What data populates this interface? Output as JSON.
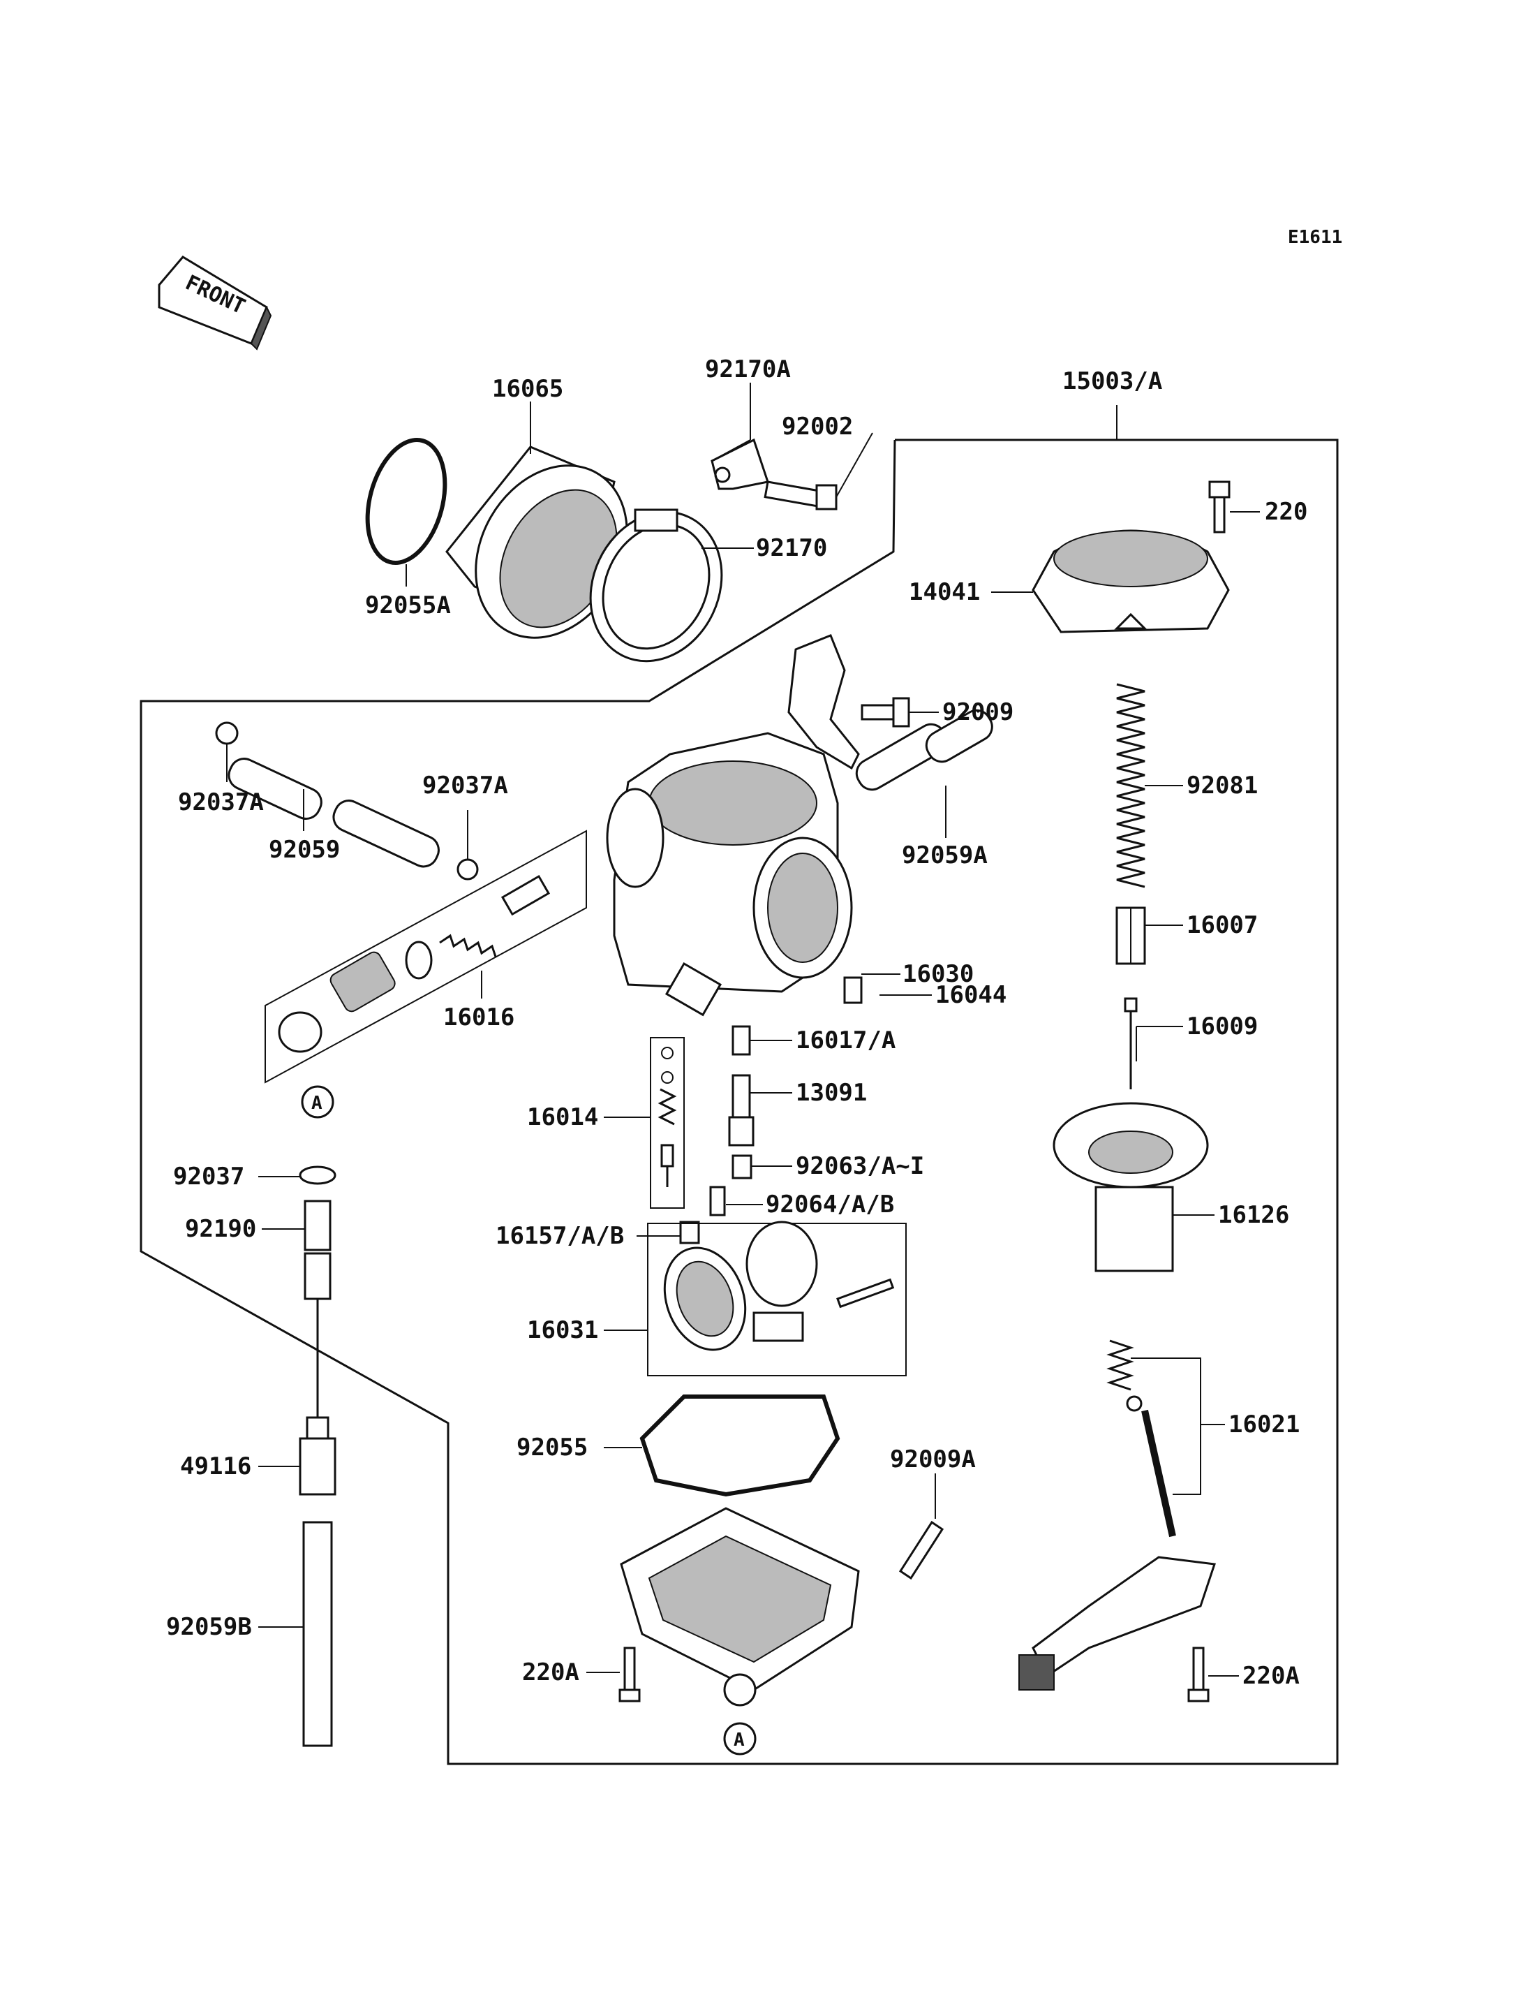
{
  "diagram_code": "E1611",
  "front_marker": "FRONT",
  "ref_letter": "A",
  "labels": {
    "p16065": "16065",
    "p92170A": "92170A",
    "p92002": "92002",
    "p15003A": "15003/A",
    "p220": "220",
    "p14041": "14041",
    "p92170": "92170",
    "p92055A": "92055A",
    "p92009": "92009",
    "p92081": "92081",
    "p92037A_1": "92037A",
    "p92037A_2": "92037A",
    "p92059": "92059",
    "p92059A": "92059A",
    "p16007": "16007",
    "p16030": "16030",
    "p16044": "16044",
    "p16016": "16016",
    "p16009": "16009",
    "p16017A": "16017/A",
    "p13091": "13091",
    "p16014": "16014",
    "p92063": "92063/A~I",
    "p92037": "92037",
    "p92064": "92064/A/B",
    "p16126": "16126",
    "p92190": "92190",
    "p16157": "16157/A/B",
    "p16031": "16031",
    "p16021": "16021",
    "p92055": "92055",
    "p92009A": "92009A",
    "p49116": "49116",
    "p92059B": "92059B",
    "p220A_1": "220A",
    "p220A_2": "220A"
  }
}
